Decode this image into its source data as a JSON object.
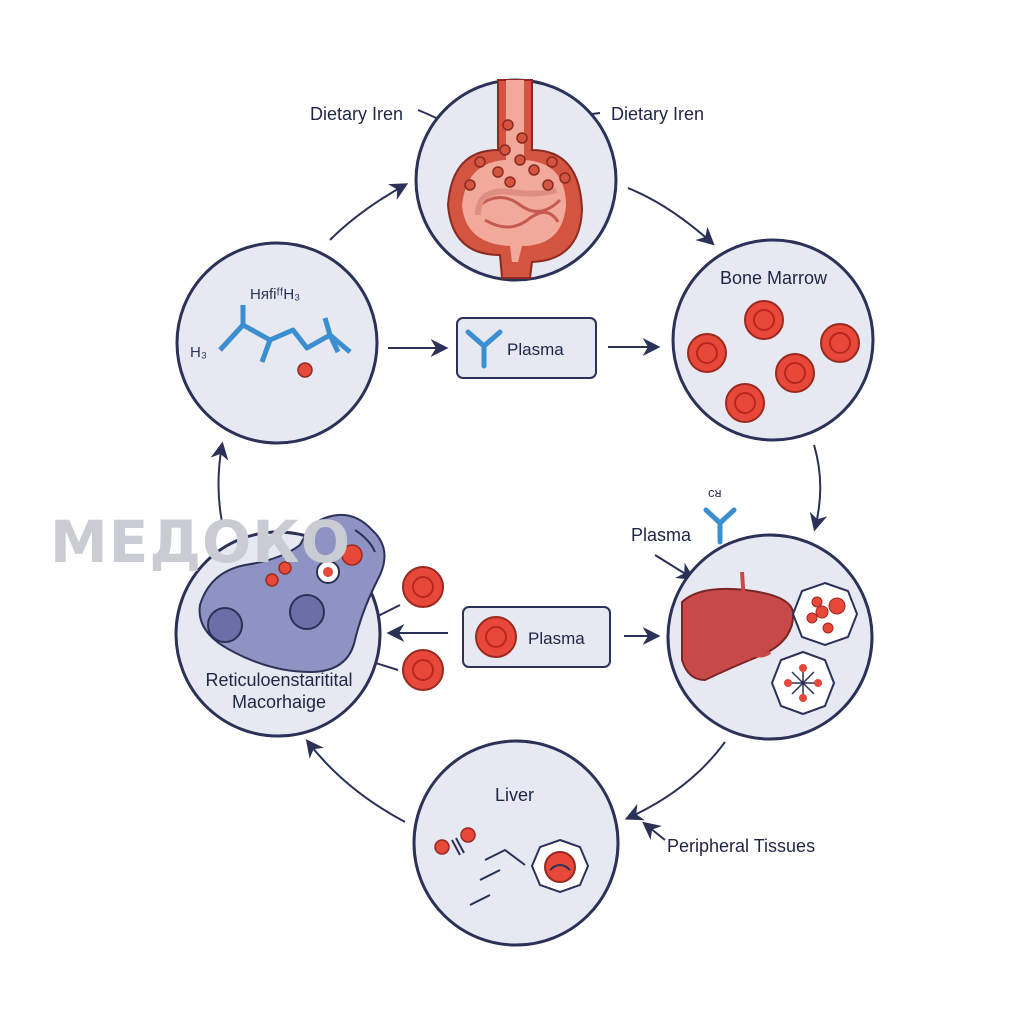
{
  "labels": {
    "dietary_iron_left": "Dietary Iren",
    "dietary_iron_right": "Dietary Iren",
    "bone_marrow": "Bone Marrow",
    "plasma_top": "Plasma",
    "plasma_mid": "Plasma",
    "plasma_right": "Plasma",
    "macrophage_line1": "Reticuloenstaritital",
    "macrophage_line2": "Macorhaige",
    "liver": "Liver",
    "peripheral_tissues": "Peripheral Tissues",
    "chem_formula_top": "HᴙfiᶠᶠH₃",
    "chem_formula_left": "H₃",
    "transferrin_tag": "ᴄᴚ"
  },
  "watermark": "МЕДОКО",
  "colors": {
    "outline": "#2b3157",
    "circle_fill": "#e6e8f2",
    "rbc_red": "#e8483a",
    "rbc_dark": "#b8271d",
    "molecule_blue": "#3b8fd0",
    "macrophage": "#8f93c4",
    "liver": "#c8494a",
    "gut_red": "#d4553f",
    "gut_pink": "#f1a99a"
  }
}
